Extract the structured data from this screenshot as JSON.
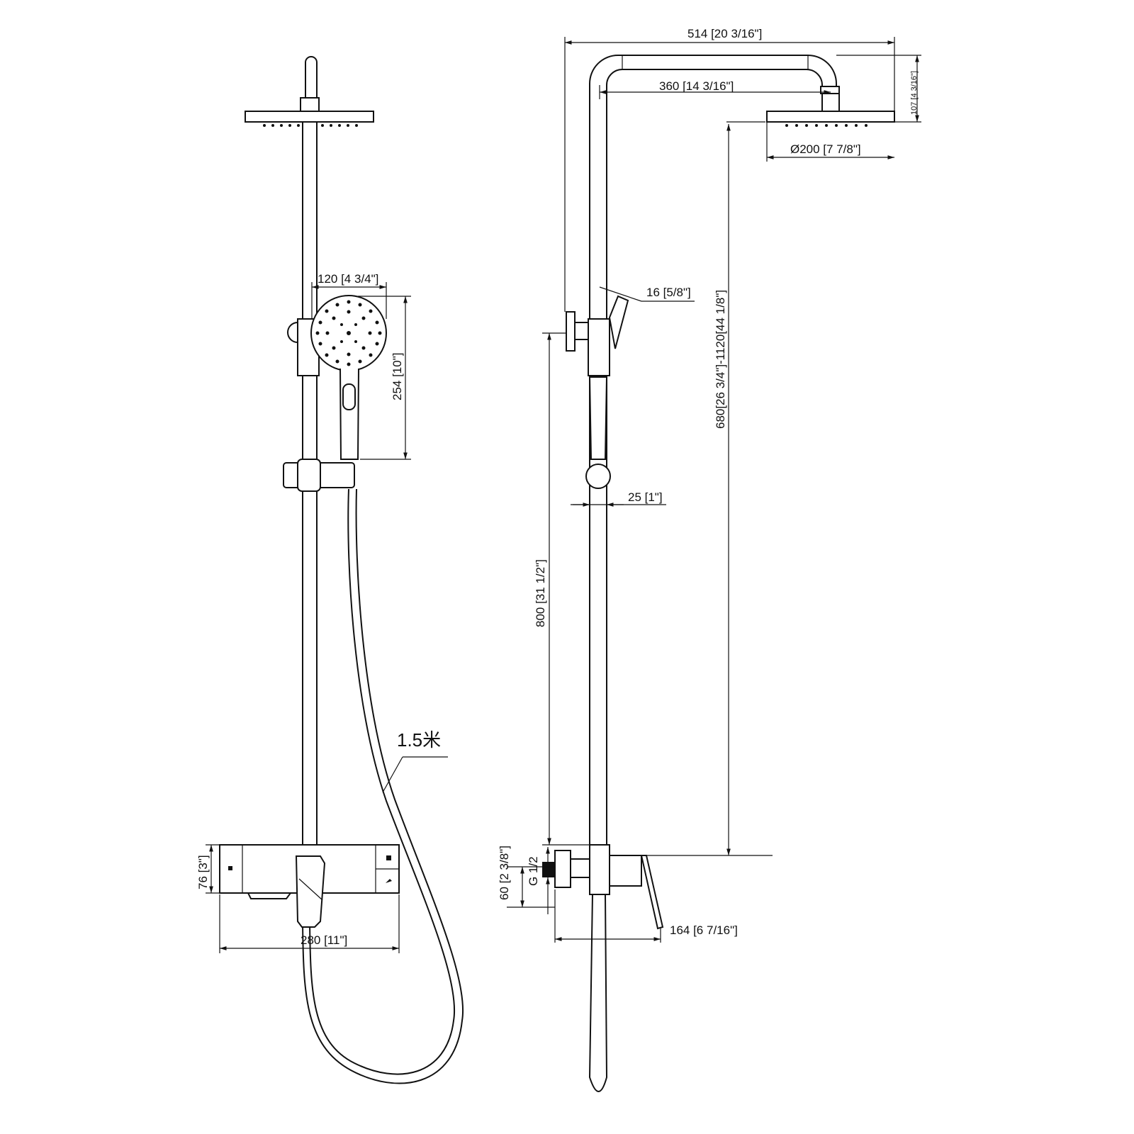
{
  "front_view": {
    "handshower_width": "120 [4 3/4\"]",
    "handshower_height": "254 [10\"]",
    "hose_length": "1.5米",
    "mixer_height": "76 [3\"]",
    "mixer_width": "280 [11\"]"
  },
  "side_view": {
    "total_projection": "514 [20 3/16\"]",
    "arm_length": "360 [14 3/16\"]",
    "head_drop": "107 [4 3/16\"]",
    "head_diameter": "Ø200 [7 7/8\"]",
    "handshower_thickness": "16 [5/8\"]",
    "height_range": "680[26 3/4\"]-1120[44 1/8\"]",
    "rail_diameter": "25 [1\"]",
    "holder_height": "800 [31 1/2\"]",
    "inlet_height": "60 [2 3/8\"]",
    "thread": "G 1/2",
    "mixer_depth": "164 [6 7/16\"]"
  }
}
